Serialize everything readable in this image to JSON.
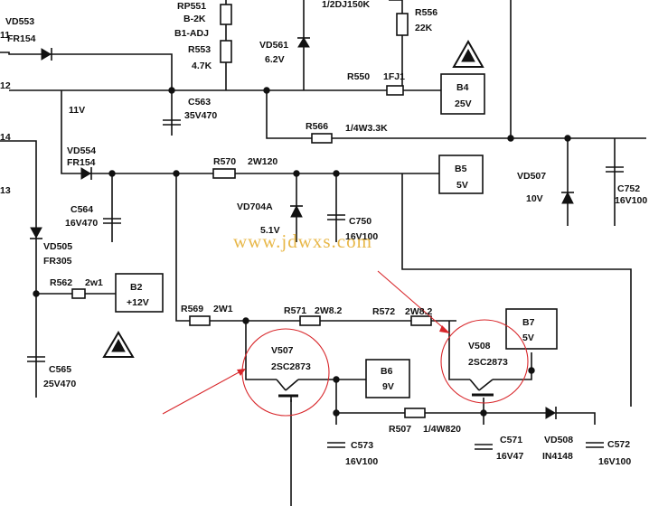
{
  "watermark": "www.jdwxs.com",
  "edge_labels": {
    "p11": "11",
    "p12": "12",
    "p14": "14",
    "p13": "13"
  },
  "components": {
    "rp551": {
      "ref": "RP551",
      "value": "B-2K",
      "extra": "B1-ADJ"
    },
    "r553": {
      "ref": "R553",
      "value": "4.7K"
    },
    "vd553": {
      "ref": "VD553",
      "value": "FR154"
    },
    "vd561": {
      "ref": "VD561",
      "value": "6.2V"
    },
    "vd_top": {
      "value": "1/2DJ150K"
    },
    "r556": {
      "ref": "R556",
      "value": "22K"
    },
    "c563": {
      "ref": "C563",
      "value": "35V470"
    },
    "r550": {
      "ref": "R550",
      "value": "1FJ1"
    },
    "r566": {
      "ref": "R566",
      "value": "1/4W3.3K"
    },
    "vd554": {
      "ref": "VD554",
      "value": "FR154"
    },
    "v11": {
      "value": "11V"
    },
    "r570": {
      "ref": "R570",
      "value": "2W120"
    },
    "c564": {
      "ref": "C564",
      "value": "16V470"
    },
    "vd704a": {
      "ref": "VD704A",
      "value": "5.1V"
    },
    "c750": {
      "ref": "C750",
      "value": "16V100"
    },
    "vd507": {
      "ref": "VD507",
      "value": "10V"
    },
    "c752": {
      "ref": "C752",
      "value": "16V100"
    },
    "vd505": {
      "ref": "VD505",
      "value": "FR305"
    },
    "r562": {
      "ref": "R562",
      "value": "2w1"
    },
    "r569": {
      "ref": "R569",
      "value": "2W1"
    },
    "r571": {
      "ref": "R571",
      "value": "2W8.2"
    },
    "r572": {
      "ref": "R572",
      "value": "2W8.2"
    },
    "c565": {
      "ref": "C565",
      "value": "25V470"
    },
    "v507": {
      "ref": "V507",
      "value": "2SC2873"
    },
    "v508": {
      "ref": "V508",
      "value": "2SC2873"
    },
    "r507": {
      "ref": "R507",
      "value": "1/4W820"
    },
    "c573": {
      "ref": "C573",
      "value": "16V100"
    },
    "c571": {
      "ref": "C571",
      "value": "16V47"
    },
    "vd508": {
      "ref": "VD508",
      "value": "IN4148"
    },
    "c572": {
      "ref": "C572",
      "value": "16V100"
    }
  },
  "rails": {
    "b4": {
      "name": "B4",
      "voltage": "25V"
    },
    "b5": {
      "name": "B5",
      "voltage": "5V"
    },
    "b2": {
      "name": "B2",
      "voltage": "+12V"
    },
    "b6": {
      "name": "B6",
      "voltage": "9V"
    },
    "b7": {
      "name": "B7",
      "voltage": "5V"
    }
  },
  "colors": {
    "ink": "#111111",
    "annotation": "#d8262a",
    "watermark": "#e8b84a"
  }
}
